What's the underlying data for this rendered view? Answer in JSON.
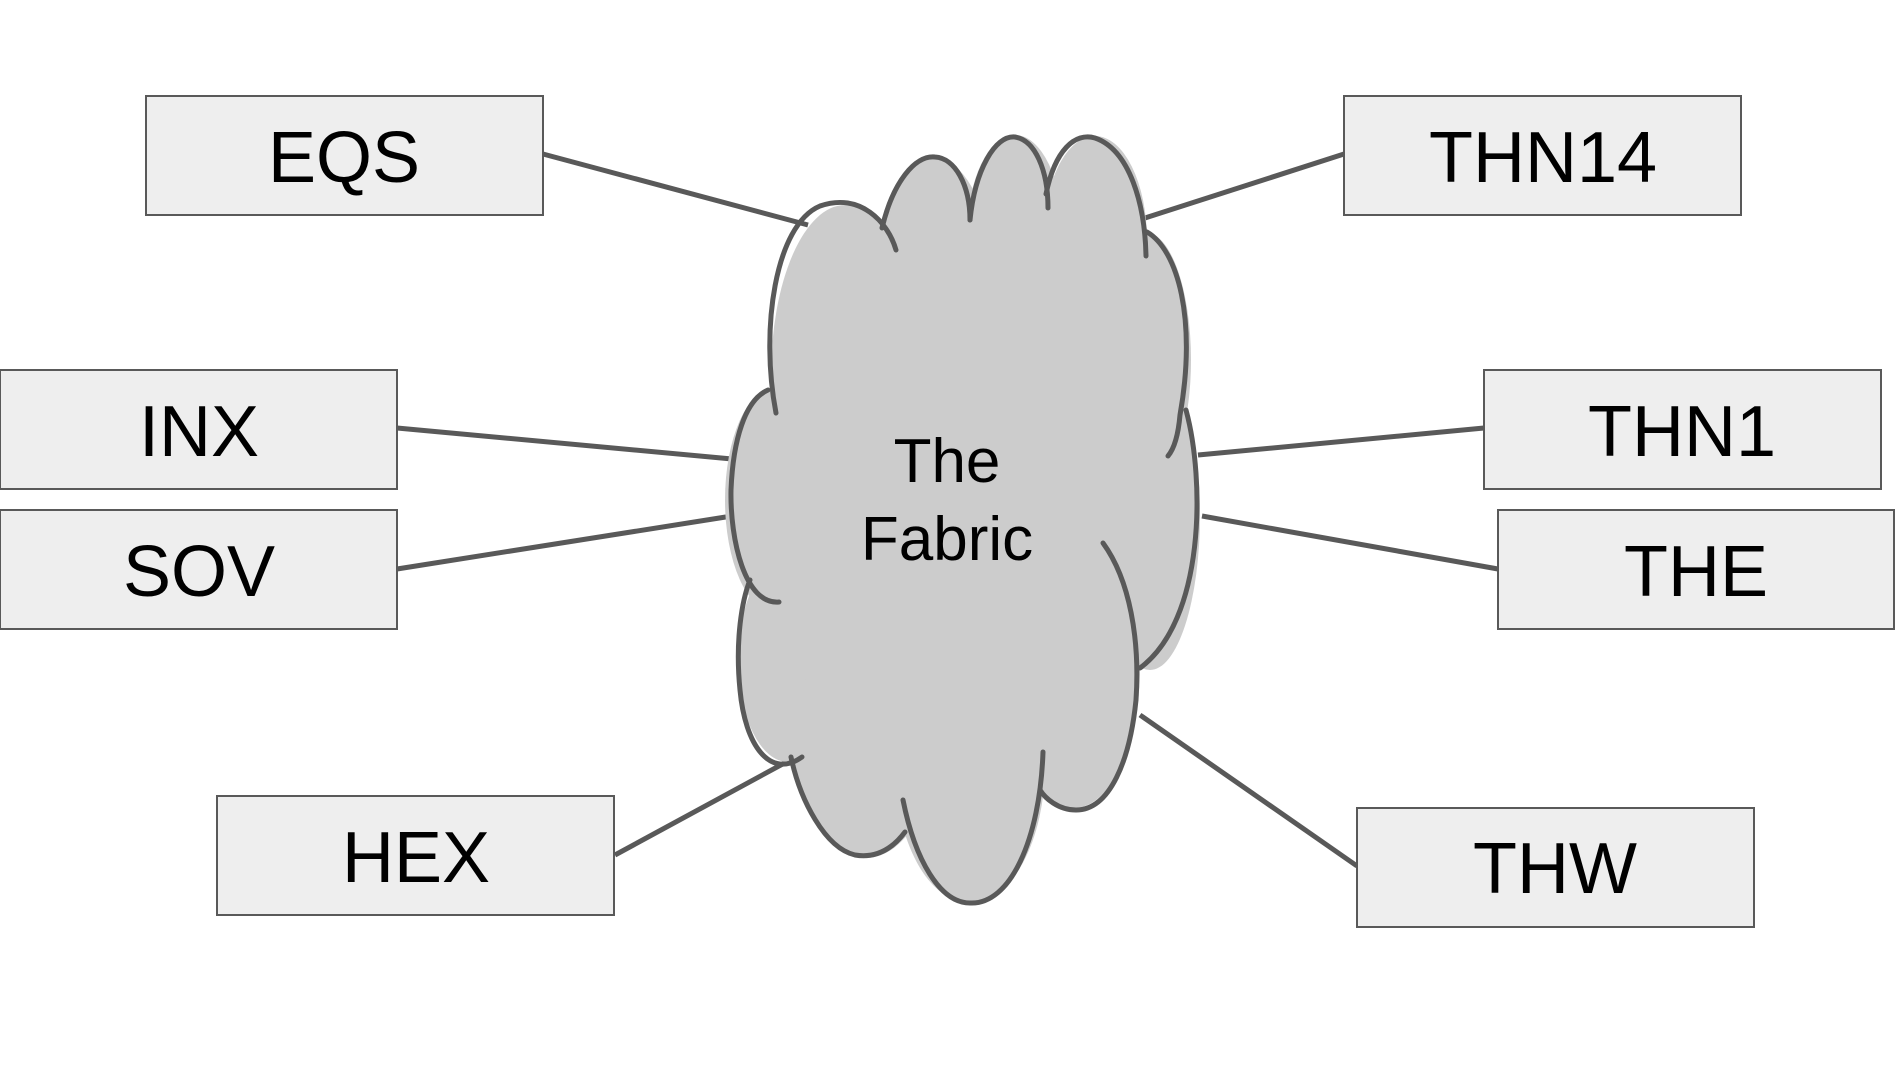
{
  "diagram": {
    "center": {
      "title_line1": "The",
      "title_line2": "Fabric"
    },
    "nodes": {
      "eqs": "EQS",
      "inx": "INX",
      "sov": "SOV",
      "hex": "HEX",
      "thn14": "THN14",
      "thn1": "THN1",
      "the": "THE",
      "thw": "THW"
    }
  },
  "colors": {
    "box_fill": "#eeeeee",
    "line": "#595959",
    "cloud_fill": "#cccccc"
  }
}
